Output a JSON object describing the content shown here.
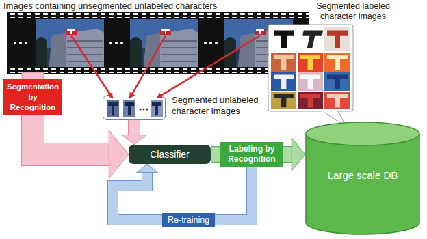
{
  "diagram": {
    "nodes": [
      {
        "text": [
          "Segmentation by Recognition"
        ]
      },
      {
        "text": [
          "Segmented unlabeled character images"
        ]
      },
      {
        "text": [
          "Classifier"
        ]
      },
      {
        "text": [
          "Labeling by Recognition"
        ]
      },
      {
        "text": [
          "Re-training"
        ]
      },
      {
        "text": [
          "Large scale DB"
        ]
      }
    ],
    "edges": [
      {
        "from": 1,
        "to": 2,
        "arrow": "to"
      },
      {
        "from": 0,
        "to": 2,
        "arrow": "to"
      },
      {
        "from": 2,
        "to": 3,
        "arrow": "none"
      },
      {
        "from": 3,
        "to": 5,
        "arrow": "to"
      },
      {
        "from": 3,
        "to": 4,
        "arrow": "none"
      },
      {
        "from": 4,
        "to": 2,
        "arrow": "to"
      }
    ],
    "labels": [
      "Images containing unsegmented unlabeled characters",
      "Segmented labeled character images"
    ]
  }
}
